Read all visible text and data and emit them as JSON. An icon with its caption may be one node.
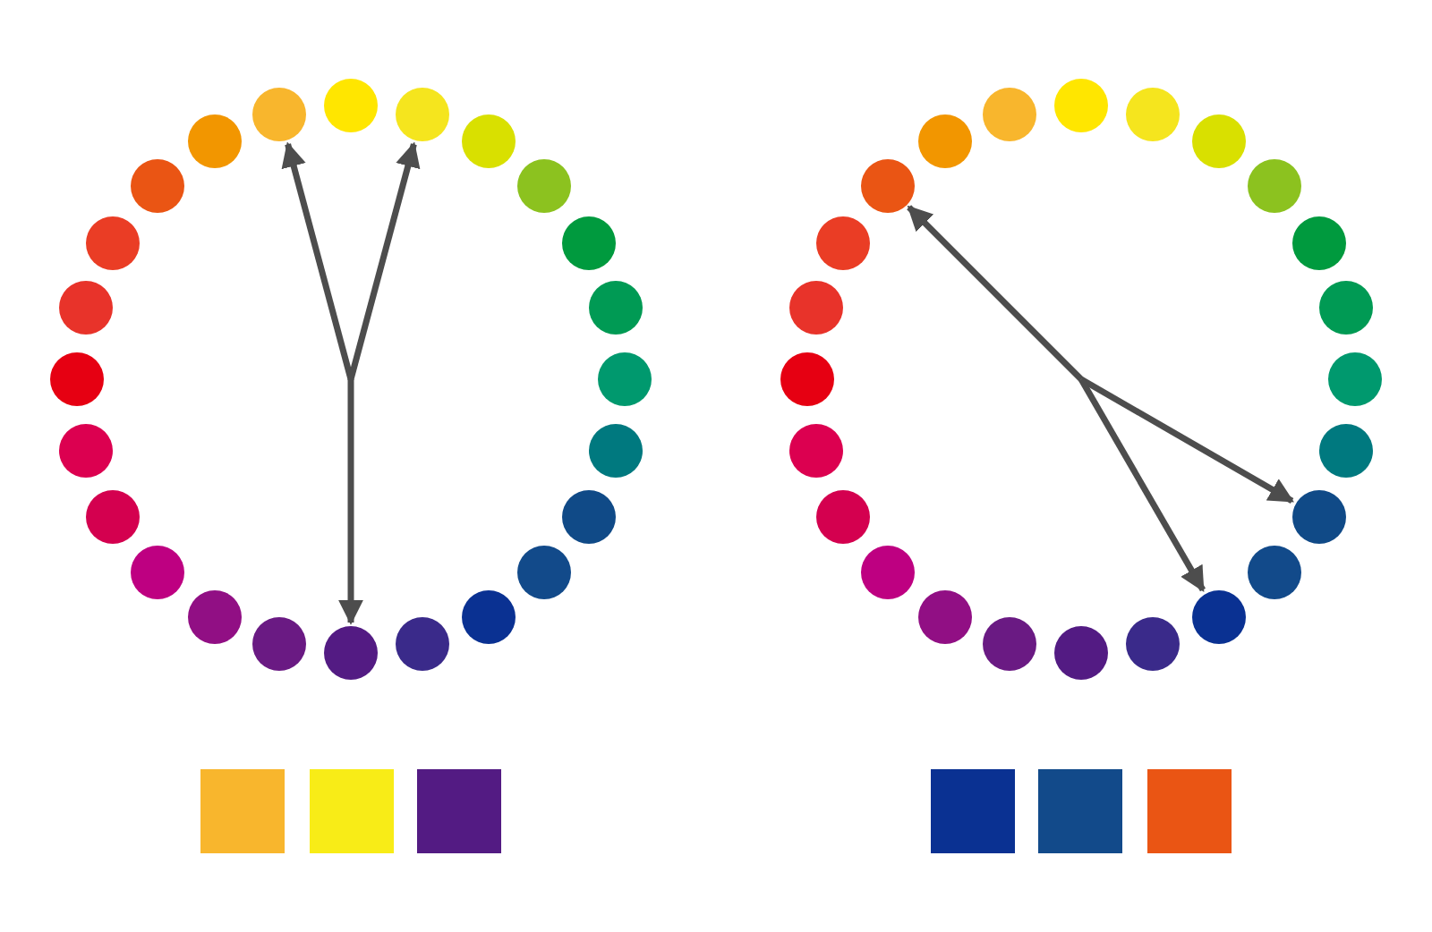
{
  "diagram": {
    "nodes": [
      {
        "text": [],
        "shape": "circle"
      },
      {
        "text": [],
        "shape": "circle"
      },
      {
        "text": [],
        "shape": "circle"
      },
      {
        "text": [],
        "shape": "circle"
      },
      {
        "text": [],
        "shape": "circle"
      },
      {
        "text": [],
        "shape": "circle"
      },
      {
        "text": [],
        "shape": "circle"
      },
      {
        "text": [],
        "shape": "circle"
      },
      {
        "text": [],
        "shape": "circle"
      },
      {
        "text": [],
        "shape": "circle"
      },
      {
        "text": [],
        "shape": "circle"
      },
      {
        "text": [],
        "shape": "circle"
      },
      {
        "text": [],
        "shape": "circle"
      },
      {
        "text": [],
        "shape": "circle"
      },
      {
        "text": [],
        "shape": "circle"
      },
      {
        "text": [],
        "shape": "circle"
      },
      {
        "text": [],
        "shape": "circle"
      },
      {
        "text": [],
        "shape": "circle"
      },
      {
        "text": [],
        "shape": "circle"
      },
      {
        "text": [],
        "shape": "circle"
      },
      {
        "text": [],
        "shape": "circle"
      },
      {
        "text": [],
        "shape": "circle"
      },
      {
        "text": [],
        "shape": "circle"
      },
      {
        "text": [],
        "shape": "circle"
      },
      {
        "text": [],
        "shape": "circle"
      },
      {
        "text": [],
        "shape": "circle"
      },
      {
        "text": [],
        "shape": "circle"
      },
      {
        "text": [],
        "shape": "circle"
      },
      {
        "text": [],
        "shape": "circle"
      },
      {
        "text": [],
        "shape": "circle"
      },
      {
        "text": [],
        "shape": "circle"
      },
      {
        "text": [],
        "shape": "circle"
      },
      {
        "text": [],
        "shape": "circle"
      },
      {
        "text": [],
        "shape": "circle"
      },
      {
        "text": [],
        "shape": "circle"
      },
      {
        "text": [],
        "shape": "circle"
      },
      {
        "text": [],
        "shape": "circle"
      },
      {
        "text": [],
        "shape": "circle"
      },
      {
        "text": [],
        "shape": "circle"
      },
      {
        "text": [],
        "shape": "circle"
      },
      {
        "text": [],
        "shape": "circle"
      },
      {
        "text": [],
        "shape": "circle"
      },
      {
        "text": [],
        "shape": "circle"
      },
      {
        "text": [],
        "shape": "circle"
      },
      {
        "text": [],
        "shape": "circle"
      },
      {
        "text": [],
        "shape": "circle"
      },
      {
        "text": [],
        "shape": "circle"
      },
      {
        "text": [],
        "shape": "circle"
      },
      {
        "text": [],
        "shape": "box"
      },
      {
        "text": [],
        "shape": "box"
      },
      {
        "text": [],
        "shape": "box"
      },
      {
        "text": [],
        "shape": "box"
      },
      {
        "text": [],
        "shape": "box"
      },
      {
        "text": [],
        "shape": "box"
      }
    ],
    "edges": [
      {
        "from": null,
        "to": 9,
        "arrow": "to"
      },
      {
        "from": null,
        "to": 13,
        "arrow": "to"
      },
      {
        "from": null,
        "to": 12,
        "arrow": "to"
      },
      {
        "from": null,
        "to": 29,
        "arrow": "to"
      },
      {
        "from": null,
        "to": 44,
        "arrow": "to"
      },
      {
        "from": null,
        "to": 40,
        "arrow": "to"
      }
    ]
  }
}
